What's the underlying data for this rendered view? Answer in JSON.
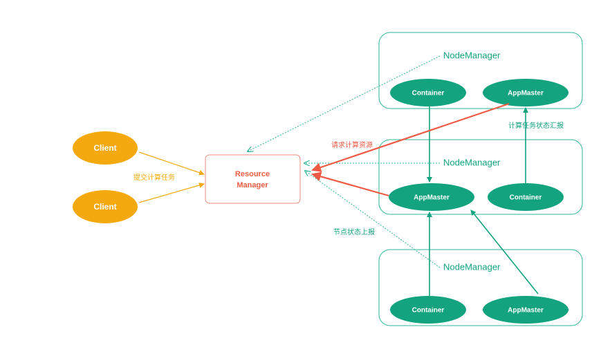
{
  "resource_manager": {
    "line1": "Resource",
    "line2": "Manager"
  },
  "clients": [
    {
      "label": "Client"
    },
    {
      "label": "Client"
    }
  ],
  "node_managers": [
    {
      "label": "NodeManager",
      "left": "Container",
      "right": "AppMaster"
    },
    {
      "label": "NodeManager",
      "left": "AppMaster",
      "right": "Container"
    },
    {
      "label": "NodeManager",
      "left": "Container",
      "right": "AppMaster"
    }
  ],
  "annotations": {
    "submit_task": "提交计算任务",
    "request_resources": "请求计算资源",
    "task_status_report": "计算任务状态汇报",
    "node_status_report": "节点状态上报"
  },
  "colors": {
    "green": "#13a37f",
    "green_line": "#2bb597",
    "orange": "#f4a90e",
    "red": "#ee5b44"
  }
}
